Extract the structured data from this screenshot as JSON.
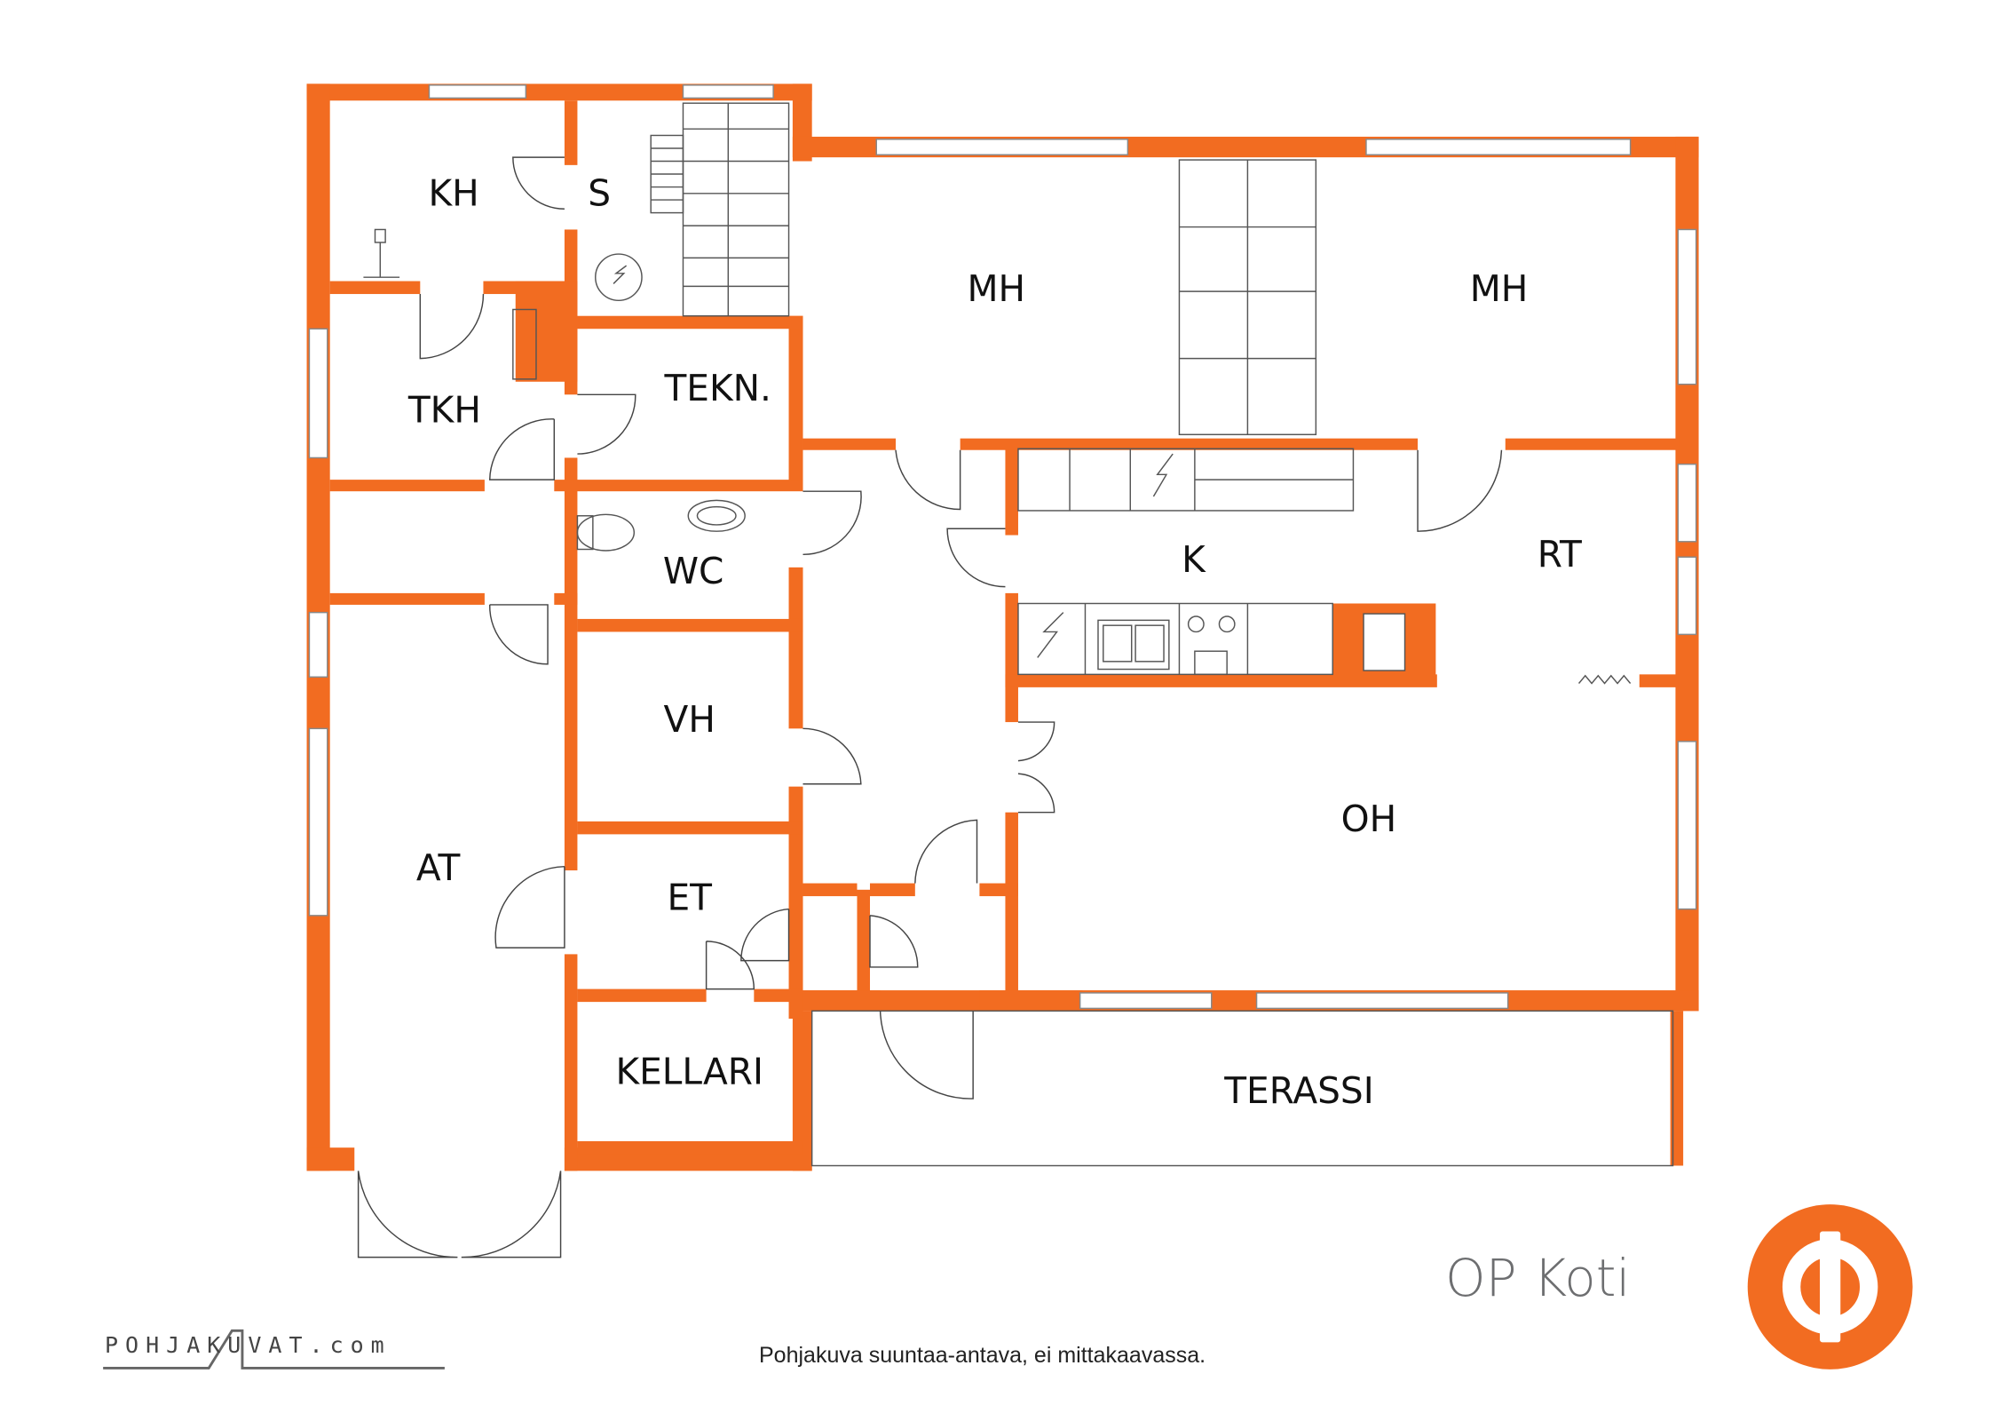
{
  "rooms": {
    "kh": "KH",
    "s": "S",
    "tkh": "TKH",
    "tekn": "TEKN.",
    "wc": "WC",
    "vh": "VH",
    "at": "AT",
    "et": "ET",
    "kellari": "KELLARI",
    "mh1": "MH",
    "mh2": "MH",
    "k": "K",
    "rt": "RT",
    "oh": "OH",
    "terassi": "TERASSI"
  },
  "footer": {
    "disclaimer": "Pohjakuva suuntaa-antava, ei mittakaavassa.",
    "pohjakuvat": "POHJAKUVAT.com"
  },
  "brand": {
    "name": "OP Koti",
    "accent": "#F26C21",
    "text_color": "#6D6E70"
  }
}
